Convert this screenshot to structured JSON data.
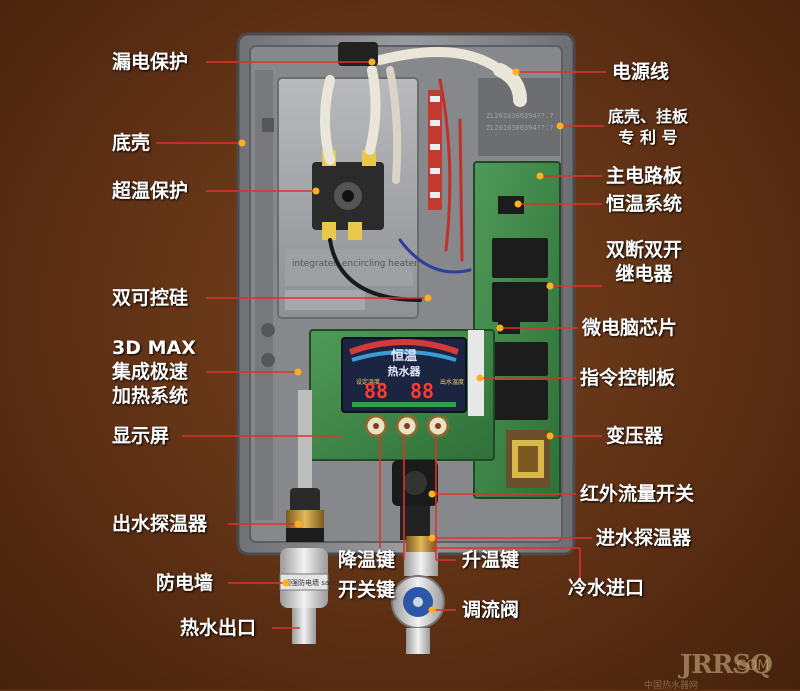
{
  "labels": {
    "leakage_protection": "漏电保护",
    "bottom_shell": "底壳",
    "overheat_protection": "超温保护",
    "scr": "双可控硅",
    "heating_system": [
      "3D MAX",
      "集成极速",
      "加热系统"
    ],
    "display": "显示屏",
    "outlet_sensor": "出水探温器",
    "anti_electric_wall": "防电墙",
    "hot_water_outlet": "热水出口",
    "power_cord": "电源线",
    "patent": [
      "底壳、挂板",
      "专 利 号"
    ],
    "main_board": "主电路板",
    "thermostat": "恒温系统",
    "relay": [
      "双断双开",
      "继电器"
    ],
    "chip": "微电脑芯片",
    "control_board": "指令控制板",
    "transformer": "变压器",
    "flow_switch": "红外流量开关",
    "inlet_sensor": "进水探温器",
    "temp_down_key": "降温键",
    "power_key": "开关键",
    "temp_up_key": "升温键",
    "cold_water_inlet": "冷水进口",
    "flow_valve": "调流阀"
  },
  "device": {
    "display_title": "恒温",
    "display_subtitle": "热水器",
    "setting_temp": "88",
    "outlet_temp": "88",
    "setting_label": "设定温度",
    "outlet_label": "出水温度",
    "heater_plate_text": "integrated encircling heater",
    "patent_numbers": [
      "ZL2010300394??.?",
      "ZL2010300394??.?"
    ],
    "valve_brand": "超强防电墙 safe"
  },
  "watermark": {
    "text": "JRRSQ",
    "suffix": ".COM",
    "sub": "中国热水器网"
  },
  "colors": {
    "background": "#5e3014",
    "leader_line": "#e0302a",
    "case": "#8a8c90",
    "pcb": "#3f8a4a",
    "display_bg": "#1b2440"
  }
}
